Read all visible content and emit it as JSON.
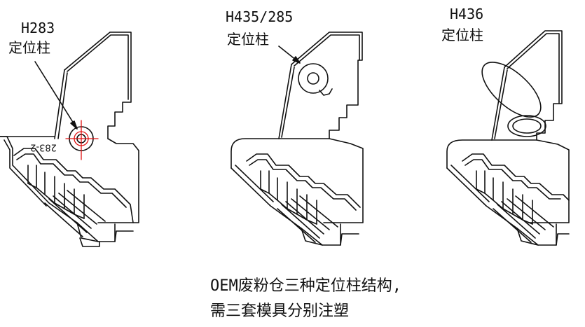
{
  "variants": [
    {
      "model": "H283",
      "label": "定位柱",
      "part_mark": "283-2"
    },
    {
      "model": "H435/285",
      "label": "定位柱"
    },
    {
      "model": "H436",
      "label": "定位柱"
    }
  ],
  "caption": {
    "line1": "OEM废粉仓三种定位柱结构,",
    "line2": "需三套模具分别注塑"
  },
  "colors": {
    "line": "#111111",
    "crosshair": "#e01010"
  }
}
